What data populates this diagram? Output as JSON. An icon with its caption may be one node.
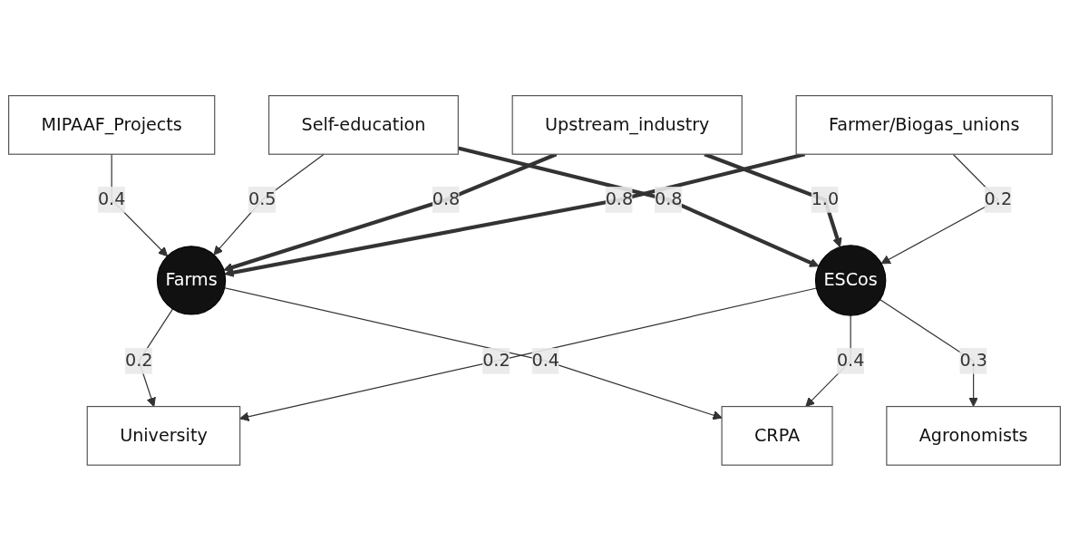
{
  "diagram": {
    "nodes": [
      {
        "text": [
          "Self-education"
        ]
      },
      {
        "text": [
          "University"
        ]
      },
      {
        "text": [
          "Upstream_industry"
        ]
      },
      {
        "text": [
          "MIPAAF_Projects"
        ]
      },
      {
        "text": [
          "Farms"
        ]
      },
      {
        "text": [
          "ESCos"
        ]
      },
      {
        "text": [
          "Agronomists"
        ]
      },
      {
        "text": [
          "Farmer/Biogas_unions"
        ]
      },
      {
        "text": [
          "CRPA"
        ]
      }
    ],
    "edges": [
      {
        "from": 3,
        "to": 4,
        "arrow": "to",
        "label": "0.4"
      },
      {
        "from": 0,
        "to": 4,
        "arrow": "to",
        "label": "0.5"
      },
      {
        "from": 2,
        "to": 4,
        "arrow": "to",
        "label": "0.8",
        "style": "thick"
      },
      {
        "from": 7,
        "to": 4,
        "arrow": "to",
        "label": "0.8",
        "style": "thick"
      },
      {
        "from": 4,
        "to": 1,
        "arrow": "to",
        "label": "0.2"
      },
      {
        "from": 4,
        "to": 8,
        "arrow": "to",
        "label": "0.4"
      },
      {
        "from": 0,
        "to": 5,
        "arrow": "to",
        "label": "0.8",
        "style": "thick"
      },
      {
        "from": 2,
        "to": 5,
        "arrow": "to",
        "label": "1.0",
        "style": "thick"
      },
      {
        "from": 7,
        "to": 5,
        "arrow": "to",
        "label": "0.2"
      },
      {
        "from": 5,
        "to": 1,
        "arrow": "to",
        "label": "0.2"
      },
      {
        "from": 5,
        "to": 6,
        "arrow": "to",
        "label": "0.3"
      },
      {
        "from": 5,
        "to": 8,
        "arrow": "to",
        "label": "0.4"
      }
    ]
  }
}
